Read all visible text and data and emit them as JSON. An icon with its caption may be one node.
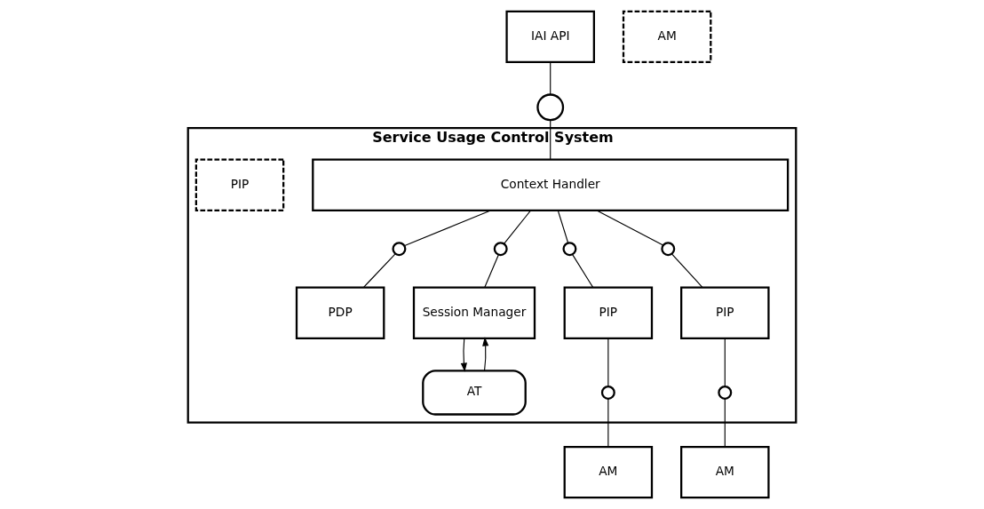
{
  "diagram": {
    "nodes": [
      {
        "text": [
          "Service Usage Control System"
        ]
      },
      {
        "text": [
          "IAI API"
        ]
      },
      {
        "text": [],
        "shape": "circle"
      },
      {
        "text": [
          "Context Handler"
        ],
        "in": 0
      },
      {
        "text": [],
        "shape": "circle",
        "in": 0
      },
      {
        "text": [],
        "shape": "circle",
        "in": 0
      },
      {
        "text": [],
        "shape": "circle",
        "in": 0
      },
      {
        "text": [],
        "shape": "circle",
        "in": 0
      },
      {
        "text": [
          "PDP"
        ],
        "in": 0
      },
      {
        "text": [
          "Session Manager"
        ],
        "in": 0
      },
      {
        "text": [
          "PIP"
        ],
        "in": 0
      },
      {
        "text": [
          "PIP"
        ],
        "in": 0
      },
      {
        "text": [
          "PIP"
        ],
        "in": 0
      },
      {
        "text": [
          "AT"
        ],
        "in": 0
      },
      {
        "text": [],
        "shape": "circle",
        "in": 0
      },
      {
        "text": [],
        "shape": "circle",
        "in": 0
      },
      {
        "text": [
          "AM"
        ]
      },
      {
        "text": [
          "AM"
        ]
      },
      {
        "text": [
          "AM"
        ]
      }
    ],
    "edges": [
      {
        "from": 1,
        "to": 2,
        "arrow": "none"
      },
      {
        "from": 2,
        "to": 3,
        "arrow": "none"
      },
      {
        "from": 3,
        "to": 4,
        "arrow": "none"
      },
      {
        "from": 3,
        "to": 5,
        "arrow": "none"
      },
      {
        "from": 3,
        "to": 6,
        "arrow": "none"
      },
      {
        "from": 3,
        "to": 7,
        "arrow": "none"
      },
      {
        "from": 4,
        "to": 8,
        "arrow": "none"
      },
      {
        "from": 5,
        "to": 9,
        "arrow": "none"
      },
      {
        "from": 6,
        "to": 10,
        "arrow": "none"
      },
      {
        "from": 7,
        "to": 12,
        "arrow": "none"
      },
      {
        "from": 13,
        "to": 9,
        "arrow": "to"
      },
      {
        "from": 9,
        "to": 13,
        "arrow": "to"
      },
      {
        "from": 10,
        "to": 14,
        "arrow": "none"
      },
      {
        "from": 12,
        "to": 15,
        "arrow": "none"
      },
      {
        "from": 14,
        "to": 16,
        "arrow": "none"
      },
      {
        "from": 15,
        "to": 18,
        "arrow": "none"
      }
    ]
  }
}
